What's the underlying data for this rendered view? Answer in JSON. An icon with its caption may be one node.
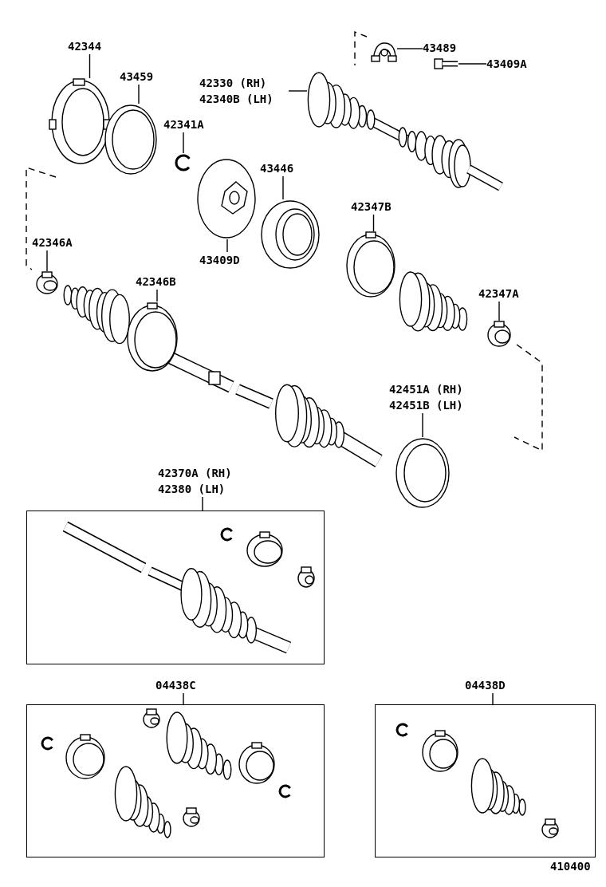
{
  "diagram": {
    "nodes": [
      {
        "text": [
          "42344"
        ]
      },
      {
        "text": [],
        "shape": "picture"
      },
      {
        "text": [
          "43459"
        ]
      },
      {
        "text": [],
        "shape": "picture"
      },
      {
        "text": [
          "42341A"
        ]
      },
      {
        "text": [],
        "shape": "picture"
      },
      {
        "text": [
          "42330 (RH)",
          "42340B (LH)"
        ]
      },
      {
        "text": [],
        "shape": "picture"
      },
      {
        "text": [
          "43489"
        ]
      },
      {
        "text": [],
        "shape": "picture"
      },
      {
        "text": [
          "43409A"
        ]
      },
      {
        "text": [],
        "shape": "picture"
      },
      {
        "text": [
          "43446"
        ]
      },
      {
        "text": [],
        "shape": "picture"
      },
      {
        "text": [
          "43409D"
        ]
      },
      {
        "text": [],
        "shape": "picture"
      },
      {
        "text": [
          "42347B"
        ]
      },
      {
        "text": [],
        "shape": "picture"
      },
      {
        "text": [
          "42346A"
        ]
      },
      {
        "text": [],
        "shape": "picture"
      },
      {
        "text": [
          "42346B"
        ]
      },
      {
        "text": [],
        "shape": "picture"
      },
      {
        "text": [
          "42347A"
        ]
      },
      {
        "text": [],
        "shape": "picture"
      },
      {
        "text": [
          "42451A (RH)",
          "42451B (LH)"
        ]
      },
      {
        "text": [],
        "shape": "picture"
      },
      {
        "text": [
          "42370A (RH)",
          "42380 (LH)"
        ]
      },
      {
        "text": [],
        "shape": "box"
      },
      {
        "text": [
          "04438C"
        ]
      },
      {
        "text": [],
        "shape": "box"
      },
      {
        "text": [
          "04438D"
        ]
      },
      {
        "text": [],
        "shape": "box"
      }
    ],
    "edges": [
      {
        "from": 0,
        "to": 1,
        "arrow": "none"
      },
      {
        "from": 2,
        "to": 3,
        "arrow": "none"
      },
      {
        "from": 4,
        "to": 5,
        "arrow": "none"
      },
      {
        "from": 6,
        "to": 7,
        "arrow": "none"
      },
      {
        "from": 8,
        "to": 9,
        "arrow": "none"
      },
      {
        "from": 10,
        "to": 11,
        "arrow": "none"
      },
      {
        "from": 12,
        "to": 13,
        "arrow": "none"
      },
      {
        "from": 14,
        "to": 15,
        "arrow": "none"
      },
      {
        "from": 16,
        "to": 17,
        "arrow": "none"
      },
      {
        "from": 18,
        "to": 19,
        "arrow": "none"
      },
      {
        "from": 20,
        "to": 21,
        "arrow": "none"
      },
      {
        "from": 22,
        "to": 23,
        "arrow": "none"
      },
      {
        "from": 24,
        "to": 25,
        "arrow": "none"
      },
      {
        "from": 26,
        "to": 27,
        "arrow": "none"
      },
      {
        "from": 28,
        "to": 29,
        "arrow": "none"
      },
      {
        "from": 30,
        "to": 31,
        "arrow": "none"
      }
    ],
    "labels": [
      "410400"
    ]
  }
}
